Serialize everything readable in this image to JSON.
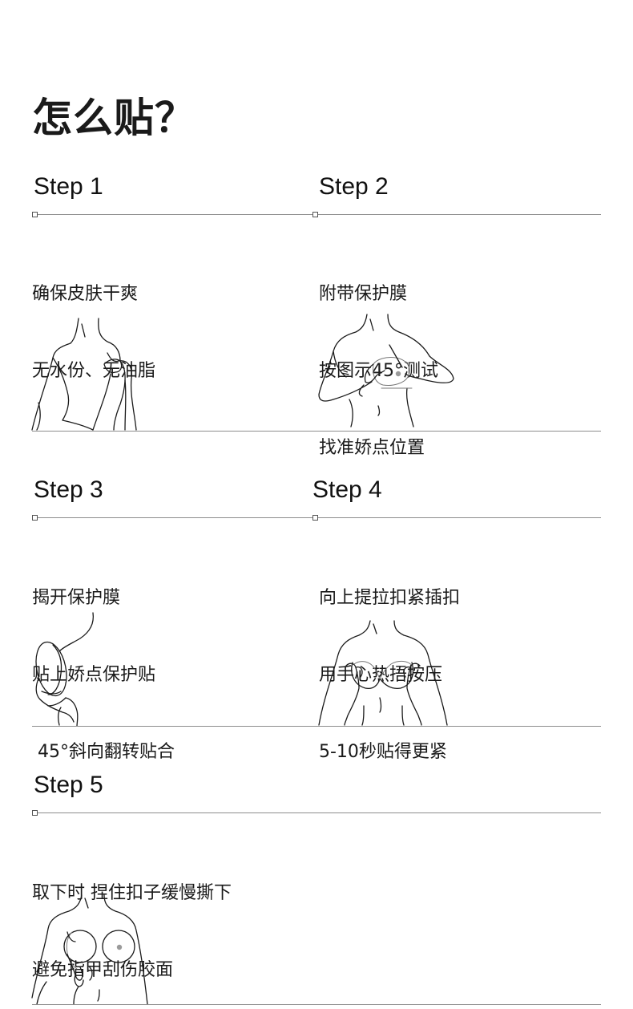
{
  "page": {
    "title": "怎么贴？"
  },
  "steps": [
    {
      "label": "Step 1",
      "lines": [
        "确保皮肤干爽",
        "无水份、无油脂"
      ],
      "illustration": "towel-drying-icon"
    },
    {
      "label": "Step 2",
      "lines": [
        "附带保护膜",
        "按图示45°测试",
        "找准娇点位置"
      ],
      "illustration": "test-position-icon"
    },
    {
      "label": "Step 3",
      "lines": [
        "揭开保护膜",
        "贴上娇点保护贴",
        " 45°斜向翻转贴合"
      ],
      "illustration": "peel-film-icon"
    },
    {
      "label": "Step 4",
      "lines": [
        "向上提拉扣紧插扣",
        "用手心热捂按压",
        "5-10秒贴得更紧"
      ],
      "illustration": "press-warm-icon"
    },
    {
      "label": "Step 5",
      "lines": [
        "取下时 捏住扣子缓慢撕下",
        "避免指甲刮伤胶面"
      ],
      "illustration": "remove-slowly-icon"
    }
  ]
}
